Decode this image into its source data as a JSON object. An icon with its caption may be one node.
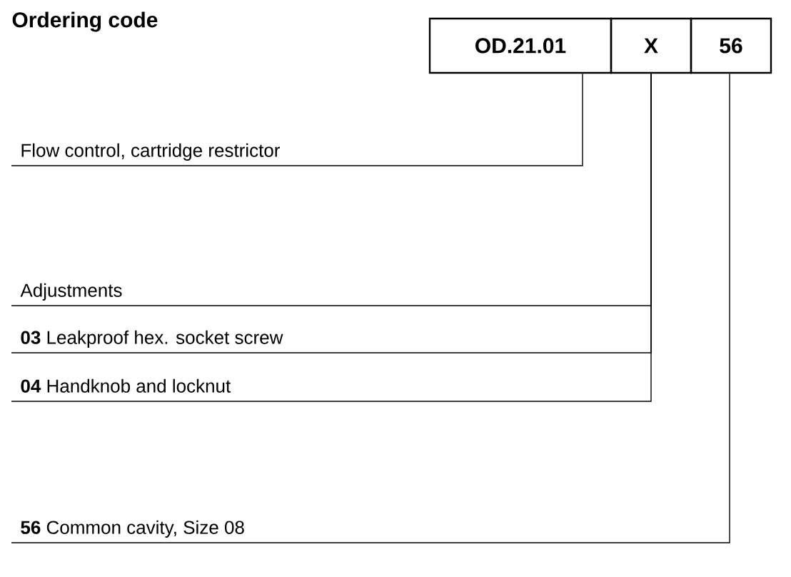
{
  "diagram": {
    "title": "Ordering code",
    "nodes": [
      {
        "text": [
          "OD.21.01"
        ]
      },
      {
        "text": [
          "X"
        ]
      },
      {
        "text": [
          "56"
        ]
      },
      {
        "text": [
          "Flow control, cartridge restrictor"
        ]
      },
      {
        "text": [
          "Adjustments"
        ]
      },
      {
        "text": [
          "**03**  Leakproof hex. socket screw"
        ]
      },
      {
        "text": [
          "**04**  Handknob and locknut"
        ]
      },
      {
        "text": [
          "**56**  Common cavity, Size 08"
        ]
      }
    ],
    "edges": [
      {
        "from": 0,
        "to": 3,
        "arrow": "none"
      },
      {
        "from": 1,
        "to": 4,
        "arrow": "none"
      },
      {
        "from": 1,
        "to": 5,
        "arrow": "none"
      },
      {
        "from": 1,
        "to": 6,
        "arrow": "none"
      },
      {
        "from": 2,
        "to": 7,
        "arrow": "none"
      }
    ]
  }
}
